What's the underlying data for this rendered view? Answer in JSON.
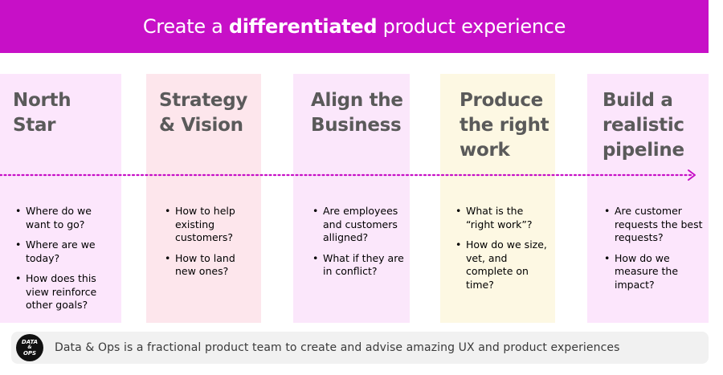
{
  "banner": {
    "title_prefix": "Create a ",
    "title_emphasis": "differentiated",
    "title_suffix": " product experience"
  },
  "columns": [
    {
      "title": "North Star",
      "bullets": [
        "Where do we want to go?",
        "Where are we today?",
        "How does this view reinforce other goals?"
      ]
    },
    {
      "title": "Strategy & Vision",
      "bullets": [
        "How to help existing customers?",
        "How to land new ones?"
      ]
    },
    {
      "title": "Align the Business",
      "bullets": [
        "Are employees and customers alligned?",
        "What if they are in conflict?"
      ]
    },
    {
      "title": "Produce the right work",
      "bullets": [
        "What is the “right work”?",
        "How do we size, vet, and complete on time?"
      ]
    },
    {
      "title": "Build a realistic pipeline",
      "bullets": [
        "Are customer requests the best requests?",
        "How do we measure the impact?"
      ]
    }
  ],
  "footer": {
    "logo_line1": "DATA",
    "logo_amp": "&",
    "logo_line2": "OPS",
    "text": "Data & Ops is a fractional product team to create and advise amazing UX and product experiences"
  },
  "colors": {
    "banner": "#c710c7",
    "arrow": "#c710c7",
    "col1": "#fce6fc",
    "col2": "#fde6ec",
    "col3": "#fbe7fb",
    "col4": "#fdf8e3",
    "col5": "#fce6fc"
  }
}
